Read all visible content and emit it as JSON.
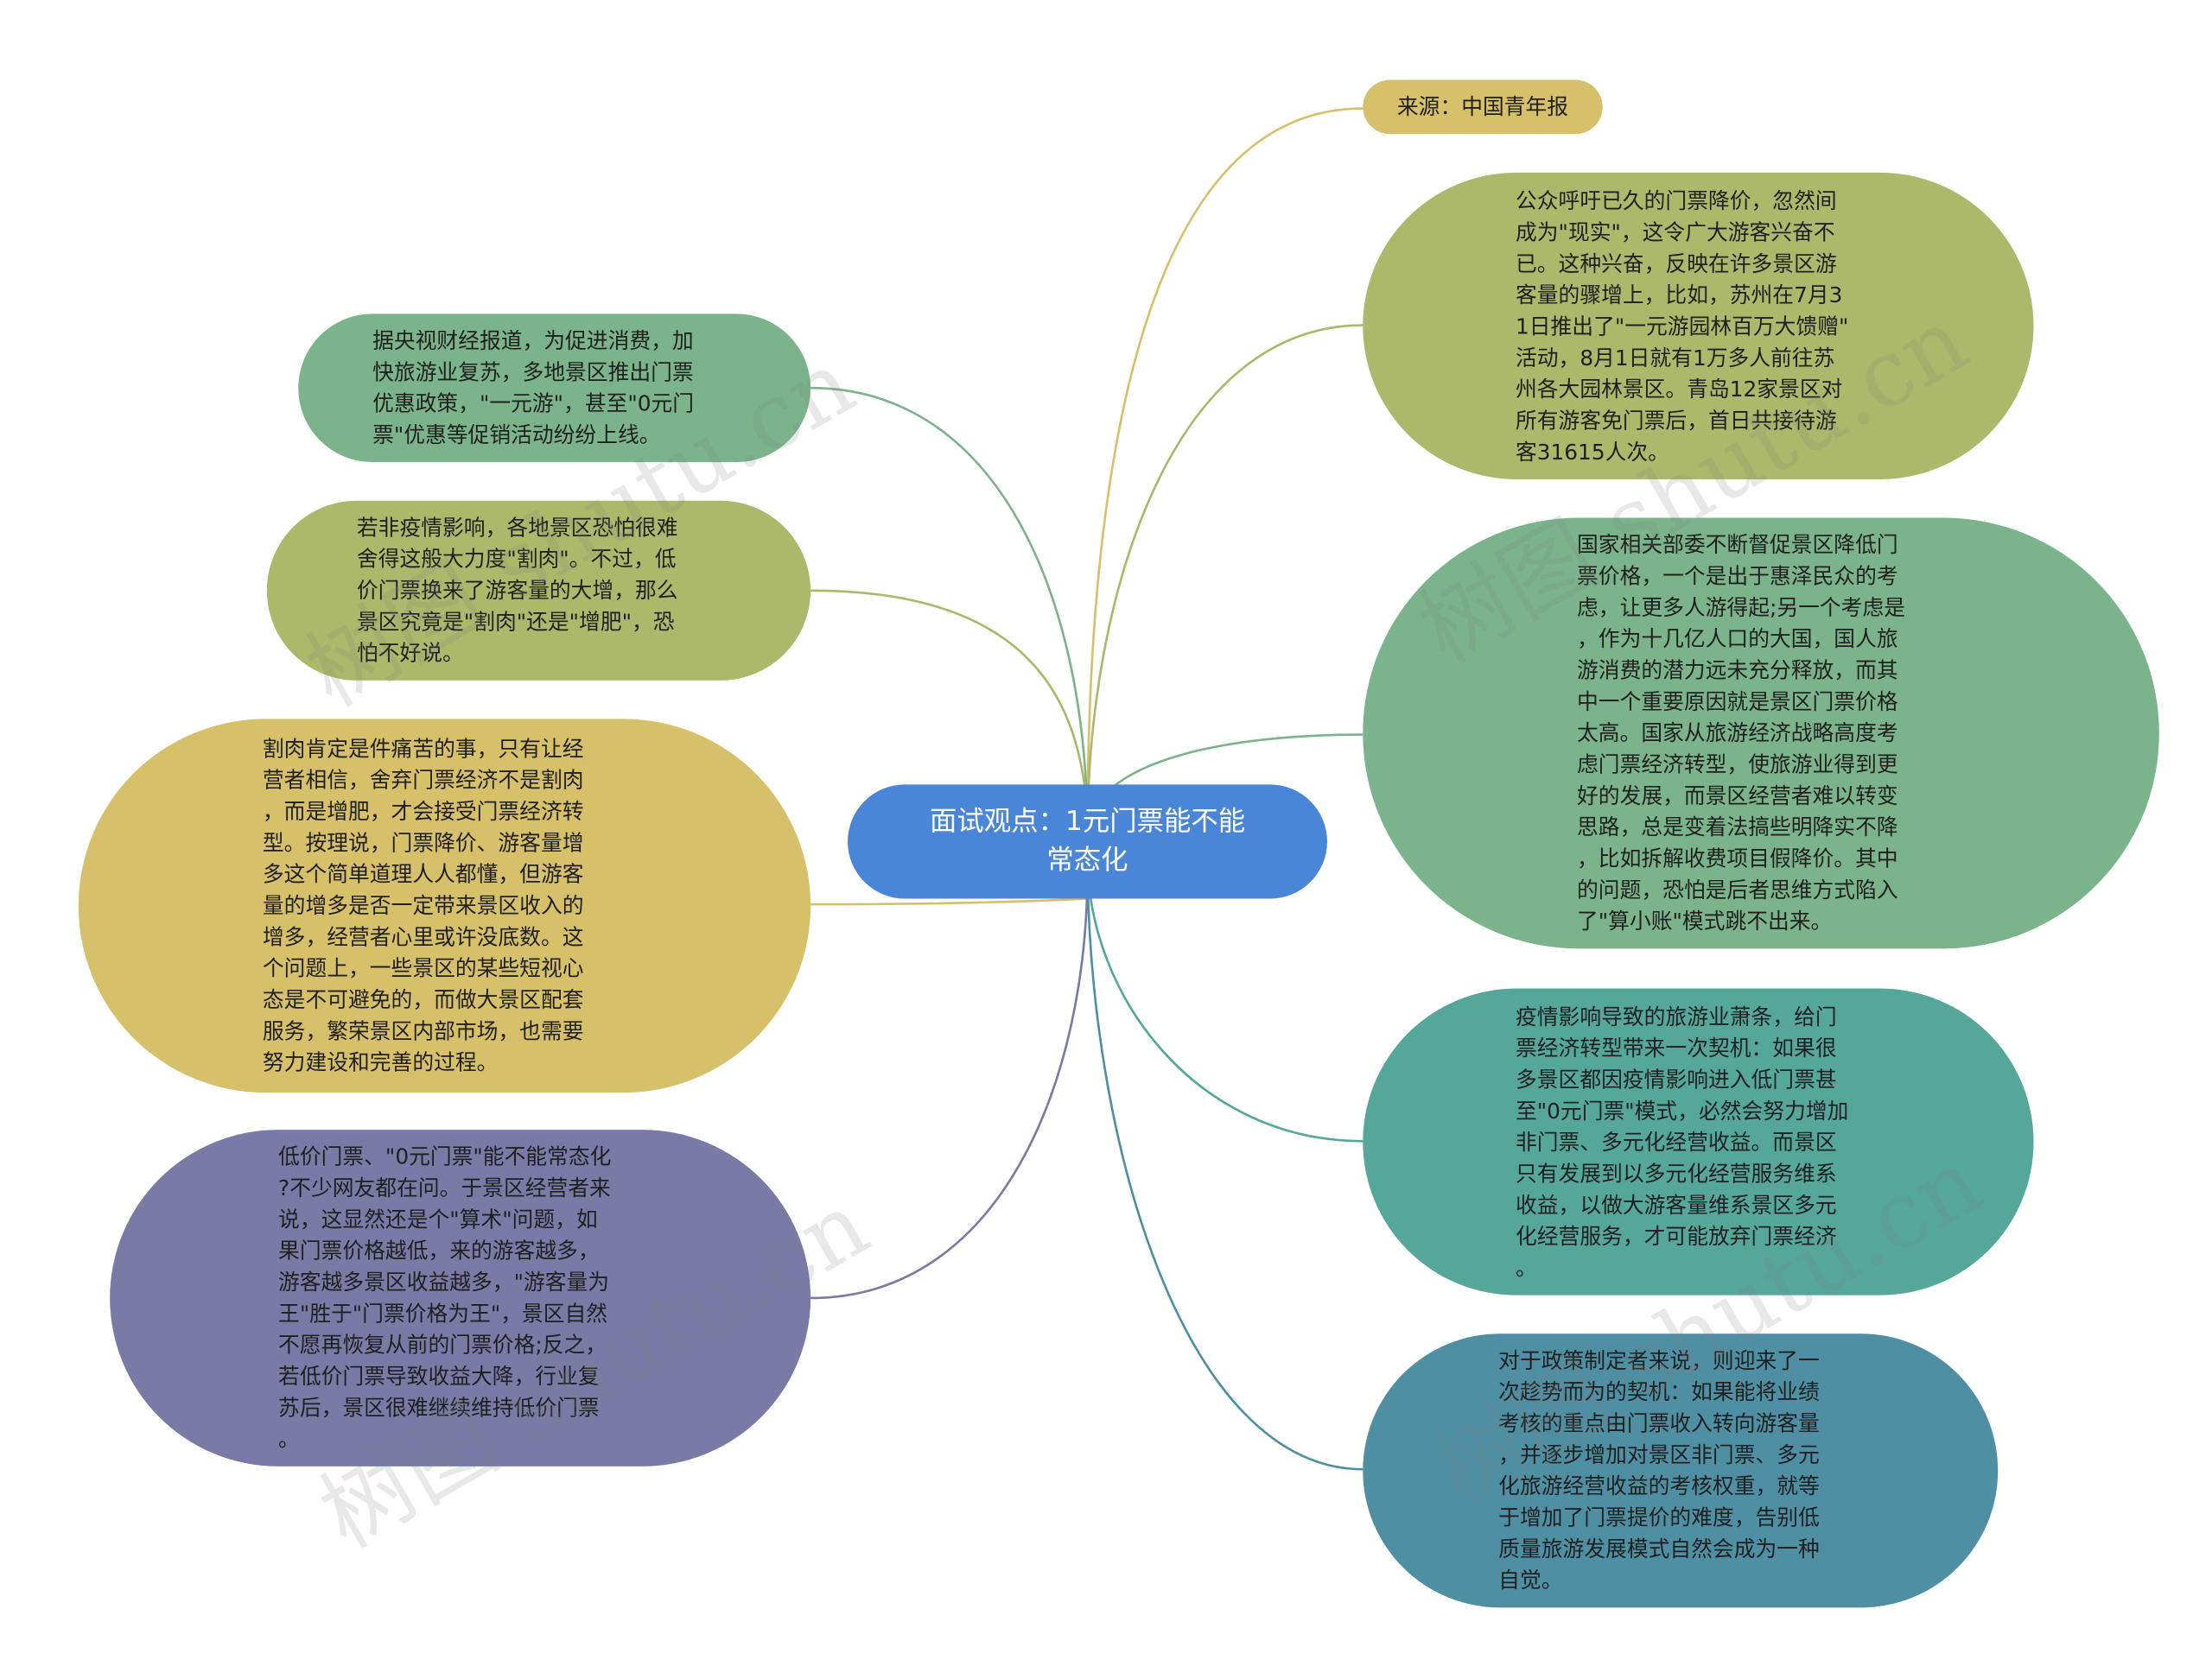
{
  "root": {
    "title": "面试观点：1元门票能不能\n常态化",
    "color": "#4a86d8"
  },
  "source": {
    "text": "来源：中国青年报",
    "color": "#d7c06a"
  },
  "nodes": {
    "r1": {
      "text": "公众呼吁已久的门票降价，忽然间\n成为\"现实\"，这令广大游客兴奋不\n已。这种兴奋，反映在许多景区游\n客量的骤增上，比如，苏州在7月3\n1日推出了\"一元游园林百万大馈赠\"\n活动，8月1日就有1万多人前往苏\n州各大园林景区。青岛12家景区对\n所有游客免门票后，首日共接待游\n客31615人次。",
      "color": "#acb96a"
    },
    "r2": {
      "text": "国家相关部委不断督促景区降低门\n票价格，一个是出于惠泽民众的考\n虑，让更多人游得起;另一个考虑是\n，作为十几亿人口的大国，国人旅\n游消费的潜力远未充分释放，而其\n中一个重要原因就是景区门票价格\n太高。国家从旅游经济战略高度考\n虑门票经济转型，使旅游业得到更\n好的发展，而景区经营者难以转变\n思路，总是变着法搞些明降实不降\n，比如拆解收费项目假降价。其中\n的问题，恐怕是后者思维方式陷入\n了\"算小账\"模式跳不出来。",
      "color": "#7bb48b"
    },
    "r3": {
      "text": "疫情影响导致的旅游业萧条，给门\n票经济转型带来一次契机：如果很\n多景区都因疫情影响进入低门票甚\n至\"0元门票\"模式，必然会努力增加\n非门票、多元化经营收益。而景区\n只有发展到以多元化经营服务维系\n收益，以做大游客量维系景区多元\n化经营服务，才可能放弃门票经济\n。",
      "color": "#55a79a"
    },
    "r4": {
      "text": "对于政策制定者来说，则迎来了一\n次趁势而为的契机：如果能将业绩\n考核的重点由门票收入转向游客量\n，并逐步增加对景区非门票、多元\n化旅游经营收益的考核权重，就等\n于增加了门票提价的难度，告别低\n质量旅游发展模式自然会成为一种\n自觉。",
      "color": "#4f8fa3"
    },
    "l1": {
      "text": "据央视财经报道，为促进消费，加\n快旅游业复苏，多地景区推出门票\n优惠政策，\"一元游\"，甚至\"0元门\n票\"优惠等促销活动纷纷上线。",
      "color": "#7bb48b"
    },
    "l2": {
      "text": "若非疫情影响，各地景区恐怕很难\n舍得这般大力度\"割肉\"。不过，低\n价门票换来了游客量的大增，那么\n景区究竟是\"割肉\"还是\"增肥\"，恐\n怕不好说。",
      "color": "#acb96a"
    },
    "l3": {
      "text": "割肉肯定是件痛苦的事，只有让经\n营者相信，舍弃门票经济不是割肉\n，而是增肥，才会接受门票经济转\n型。按理说，门票降价、游客量增\n多这个简单道理人人都懂，但游客\n量的增多是否一定带来景区收入的\n增多，经营者心里或许没底数。这\n个问题上，一些景区的某些短视心\n态是不可避免的，而做大景区配套\n服务，繁荣景区内部市场，也需要\n努力建设和完善的过程。",
      "color": "#d7c06a"
    },
    "l4": {
      "text": "低价门票、\"0元门票\"能不能常态化\n?不少网友都在问。于景区经营者来\n说，这显然还是个\"算术\"问题，如\n果门票价格越低，来的游客越多，\n游客越多景区收益越多，\"游客量为\n王\"胜于\"门票价格为王\"，景区自然\n不愿再恢复从前的门票价格;反之，\n若低价门票导致收益大降，行业复\n苏后，景区很难继续维持低价门票\n。",
      "color": "#7a7aa6"
    }
  },
  "watermark": {
    "text": "树图 shutu.cn"
  }
}
